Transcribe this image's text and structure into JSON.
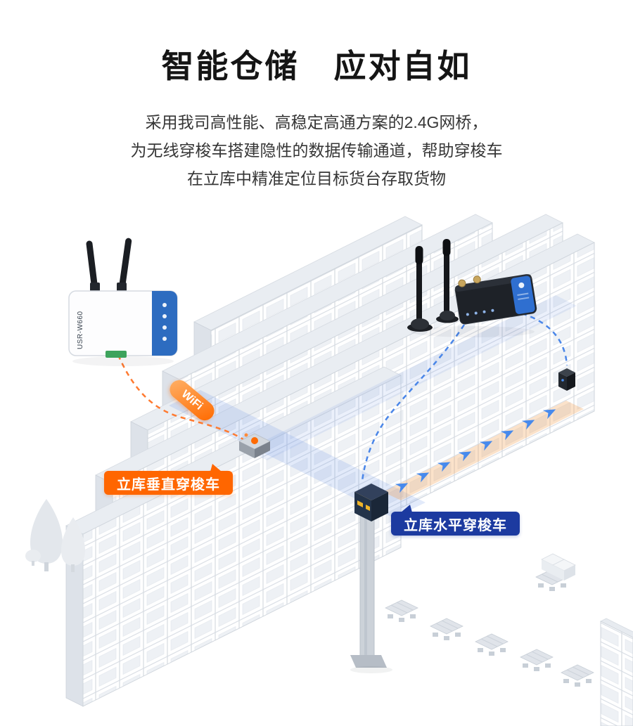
{
  "header": {
    "title": "智能仓储　应对自如",
    "description_lines": [
      "采用我司高性能、高稳定高通方案的2.4G网桥，",
      "为无线穿梭车搭建隐性的数据传输通道，帮助穿梭车",
      "在立库中精准定位目标货台存取货物"
    ]
  },
  "labels": {
    "wifi": "WiFi",
    "vertical_shuttle": "立库垂直穿梭车",
    "horizontal_shuttle": "立库水平穿梭车"
  },
  "devices": {
    "left_bridge_model": "USR-W660"
  },
  "colors": {
    "accent_orange": "#FF6600",
    "label_blue": "#1C3AA0",
    "arrow_blue": "#3D85EE",
    "device_panel_blue": "#2D6CC0"
  }
}
